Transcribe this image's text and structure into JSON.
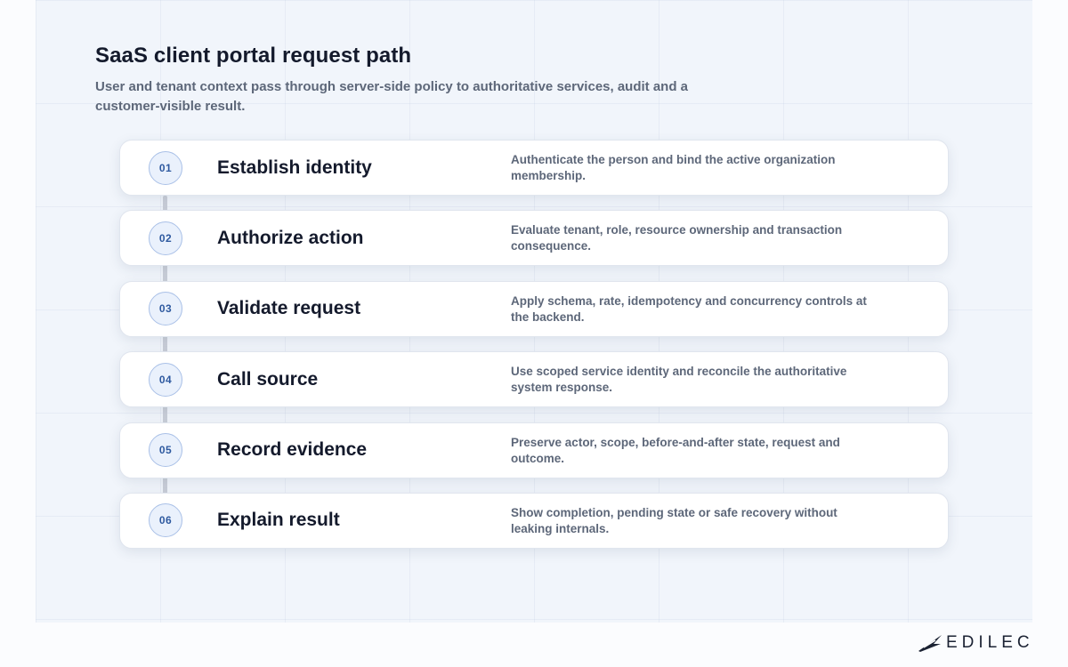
{
  "header": {
    "title": "SaaS client portal request path",
    "subtitle": "User and tenant context pass through server-side policy to authoritative services, audit and a customer-visible result."
  },
  "steps": [
    {
      "number": "01",
      "title": "Establish identity",
      "description": "Authenticate the person and bind the active organization membership."
    },
    {
      "number": "02",
      "title": "Authorize action",
      "description": "Evaluate tenant, role, resource ownership and transaction consequence."
    },
    {
      "number": "03",
      "title": "Validate request",
      "description": "Apply schema, rate, idempotency and concurrency controls at the backend."
    },
    {
      "number": "04",
      "title": "Call source",
      "description": "Use scoped service identity and reconcile the authoritative system response."
    },
    {
      "number": "05",
      "title": "Record evidence",
      "description": "Preserve actor, scope, before-and-after state, request and outcome."
    },
    {
      "number": "06",
      "title": "Explain result",
      "description": "Show completion, pending state or safe recovery without leaking internals."
    }
  ],
  "brand": {
    "name": "EDILEC",
    "icon": "edilec-logo-icon"
  },
  "colors": {
    "accent": "#2f5aa0",
    "badge_bg": "#eaf1fc",
    "title_text": "#141a2c",
    "body_text": "#5d6779"
  }
}
